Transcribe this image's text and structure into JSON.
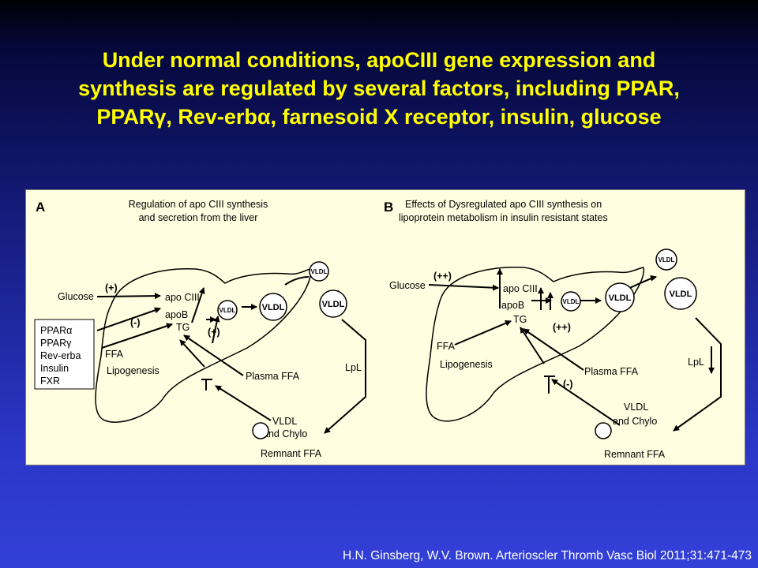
{
  "slide": {
    "title_lines": [
      "Under normal conditions, apoCIII gene expression and",
      "synthesis are regulated by several factors, including PPAR,",
      "PPARγ, Rev-erbα, farnesoid X receptor, insulin, glucose"
    ],
    "citation": "H.N. Ginsberg, W.V. Brown. Arterioscler Thromb Vasc Biol 2011;31:471-473"
  },
  "panel_a": {
    "letter": "A",
    "heading": [
      "Regulation of apo CIII synthesis",
      "and secretion from the liver"
    ],
    "glucose": "Glucose",
    "plus": "(+)",
    "minus": "(-)",
    "plus2": "(+)",
    "apociii": "apo CIII",
    "apob": "apoB",
    "tg": "TG",
    "ffa": "FFA",
    "lipogenesis": "Lipogenesis",
    "plasma_ffa": "Plasma FFA",
    "vldl_small": "VLDL",
    "vldl": "VLDL",
    "vldl_top": "VLDL",
    "vldl_right": "VLDL",
    "lpl": "LpL",
    "remnant": [
      "VLDL",
      "and Chylo",
      "Remnant FFA"
    ],
    "regulators": [
      "PPARα",
      "PPARγ",
      "Rev-erba",
      "Insulin",
      "FXR"
    ]
  },
  "panel_b": {
    "letter": "B",
    "heading": [
      "Effects of Dysregulated apo CIII synthesis on",
      "lipoprotein metabolism in insulin resistant states"
    ],
    "glucose": "Glucose",
    "plusplus": "(++)",
    "plusplus2": "(++)",
    "minus": "(-)",
    "apociii": "apo CIII",
    "apob": "apoB",
    "tg": "TG",
    "ffa": "FFA",
    "lipogenesis": "Lipogenesis",
    "plasma_ffa": "Plasma FFA",
    "vldl_small": "VLDL",
    "vldl": "VLDL",
    "vldl_top": "VLDL",
    "vldl_right": "VLDL",
    "lpl": "LpL",
    "remnant": [
      "VLDL",
      "and Chylo",
      "Remnant FFA"
    ]
  }
}
